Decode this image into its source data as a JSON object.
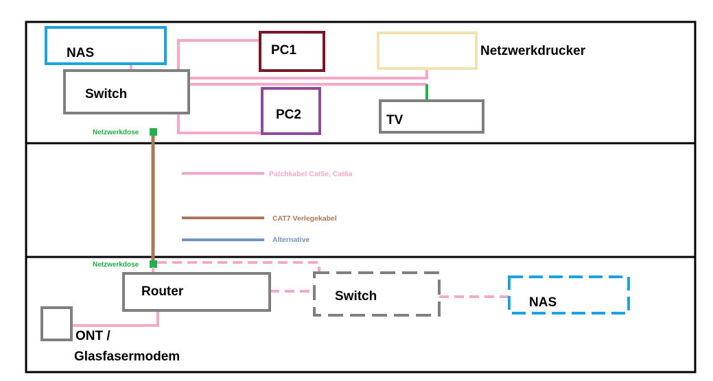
{
  "floors": [
    {
      "name": "top-floor"
    },
    {
      "name": "middle-floor"
    },
    {
      "name": "bottom-floor"
    }
  ],
  "devices": {
    "nas_top": {
      "label": "NAS",
      "color": "#1aa3e0"
    },
    "switch_top": {
      "label": "Switch",
      "color": "#7f7f7f"
    },
    "pc1": {
      "label": "PC1",
      "color": "#7a1628"
    },
    "pc2": {
      "label": "PC2",
      "color": "#8e4a9c"
    },
    "printer": {
      "label": "Netzwerkdrucker",
      "color": "#efe4b0"
    },
    "tv": {
      "label": "TV",
      "color": "#7f7f7f"
    },
    "router": {
      "label": "Router",
      "color": "#7f7f7f"
    },
    "switch_alt": {
      "label": "Switch",
      "color": "#7f7f7f"
    },
    "nas_alt": {
      "label": "NAS",
      "color": "#1aa3e0"
    },
    "ont": {
      "label_line1": "ONT /",
      "label_line2": "Glasfasermodem",
      "color": "#7f7f7f"
    }
  },
  "outlets": {
    "top": {
      "label": "Netzwerkdose",
      "color": "#22b14c"
    },
    "bottom": {
      "label": "Netzwerkdose",
      "color": "#22b14c"
    }
  },
  "legend": [
    {
      "label": "Patchkabel Cat5e, Cat6a",
      "color": "#f4a9c8"
    },
    {
      "label": "CAT7 Verlegekabel",
      "color": "#a9785a"
    },
    {
      "label": "Alternative",
      "color": "#7193bd"
    }
  ],
  "colors": {
    "patch": "#f4a9c8",
    "installation": "#a9785a",
    "tv_link": "#22b14c",
    "frame": "#000000"
  }
}
